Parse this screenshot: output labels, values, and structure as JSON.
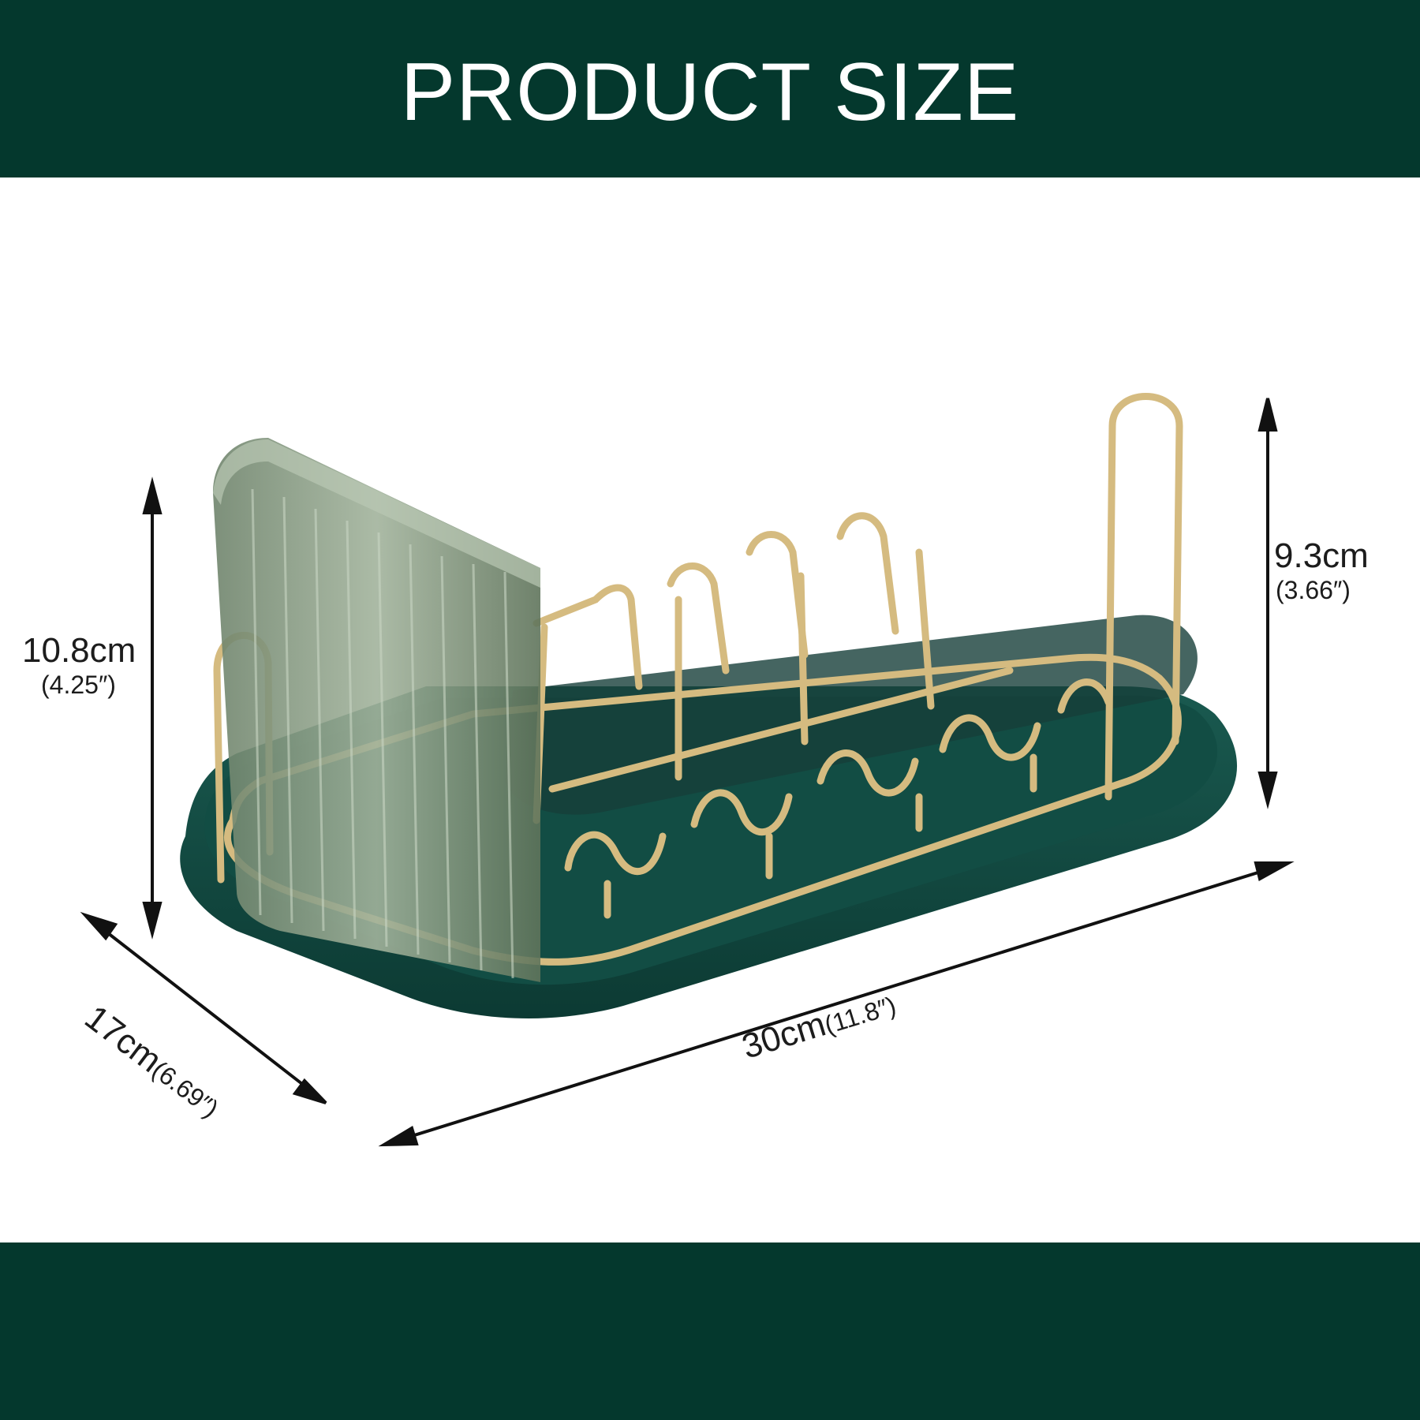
{
  "header": {
    "title": "PRODUCT SIZE"
  },
  "dimensions": {
    "height_left": {
      "cm": "10.8cm",
      "inch": "(4.25″)"
    },
    "height_right": {
      "cm": "9.3cm",
      "inch": "(3.66″)"
    },
    "depth": {
      "cm": "17cm",
      "inch": "(6.69″)"
    },
    "length": {
      "cm": "30cm",
      "inch": "(11.8″)"
    }
  },
  "colors": {
    "banner": "#04382d",
    "tray": "#0f4a41",
    "tray_shadow": "#0a2f29",
    "gold": "#d9bf86",
    "gold_dark": "#b99b5c",
    "cup": "#8ea38a",
    "arrow": "#111111"
  },
  "icons": {
    "product": "dish-rack-image",
    "arrows": "dimension-arrow"
  }
}
